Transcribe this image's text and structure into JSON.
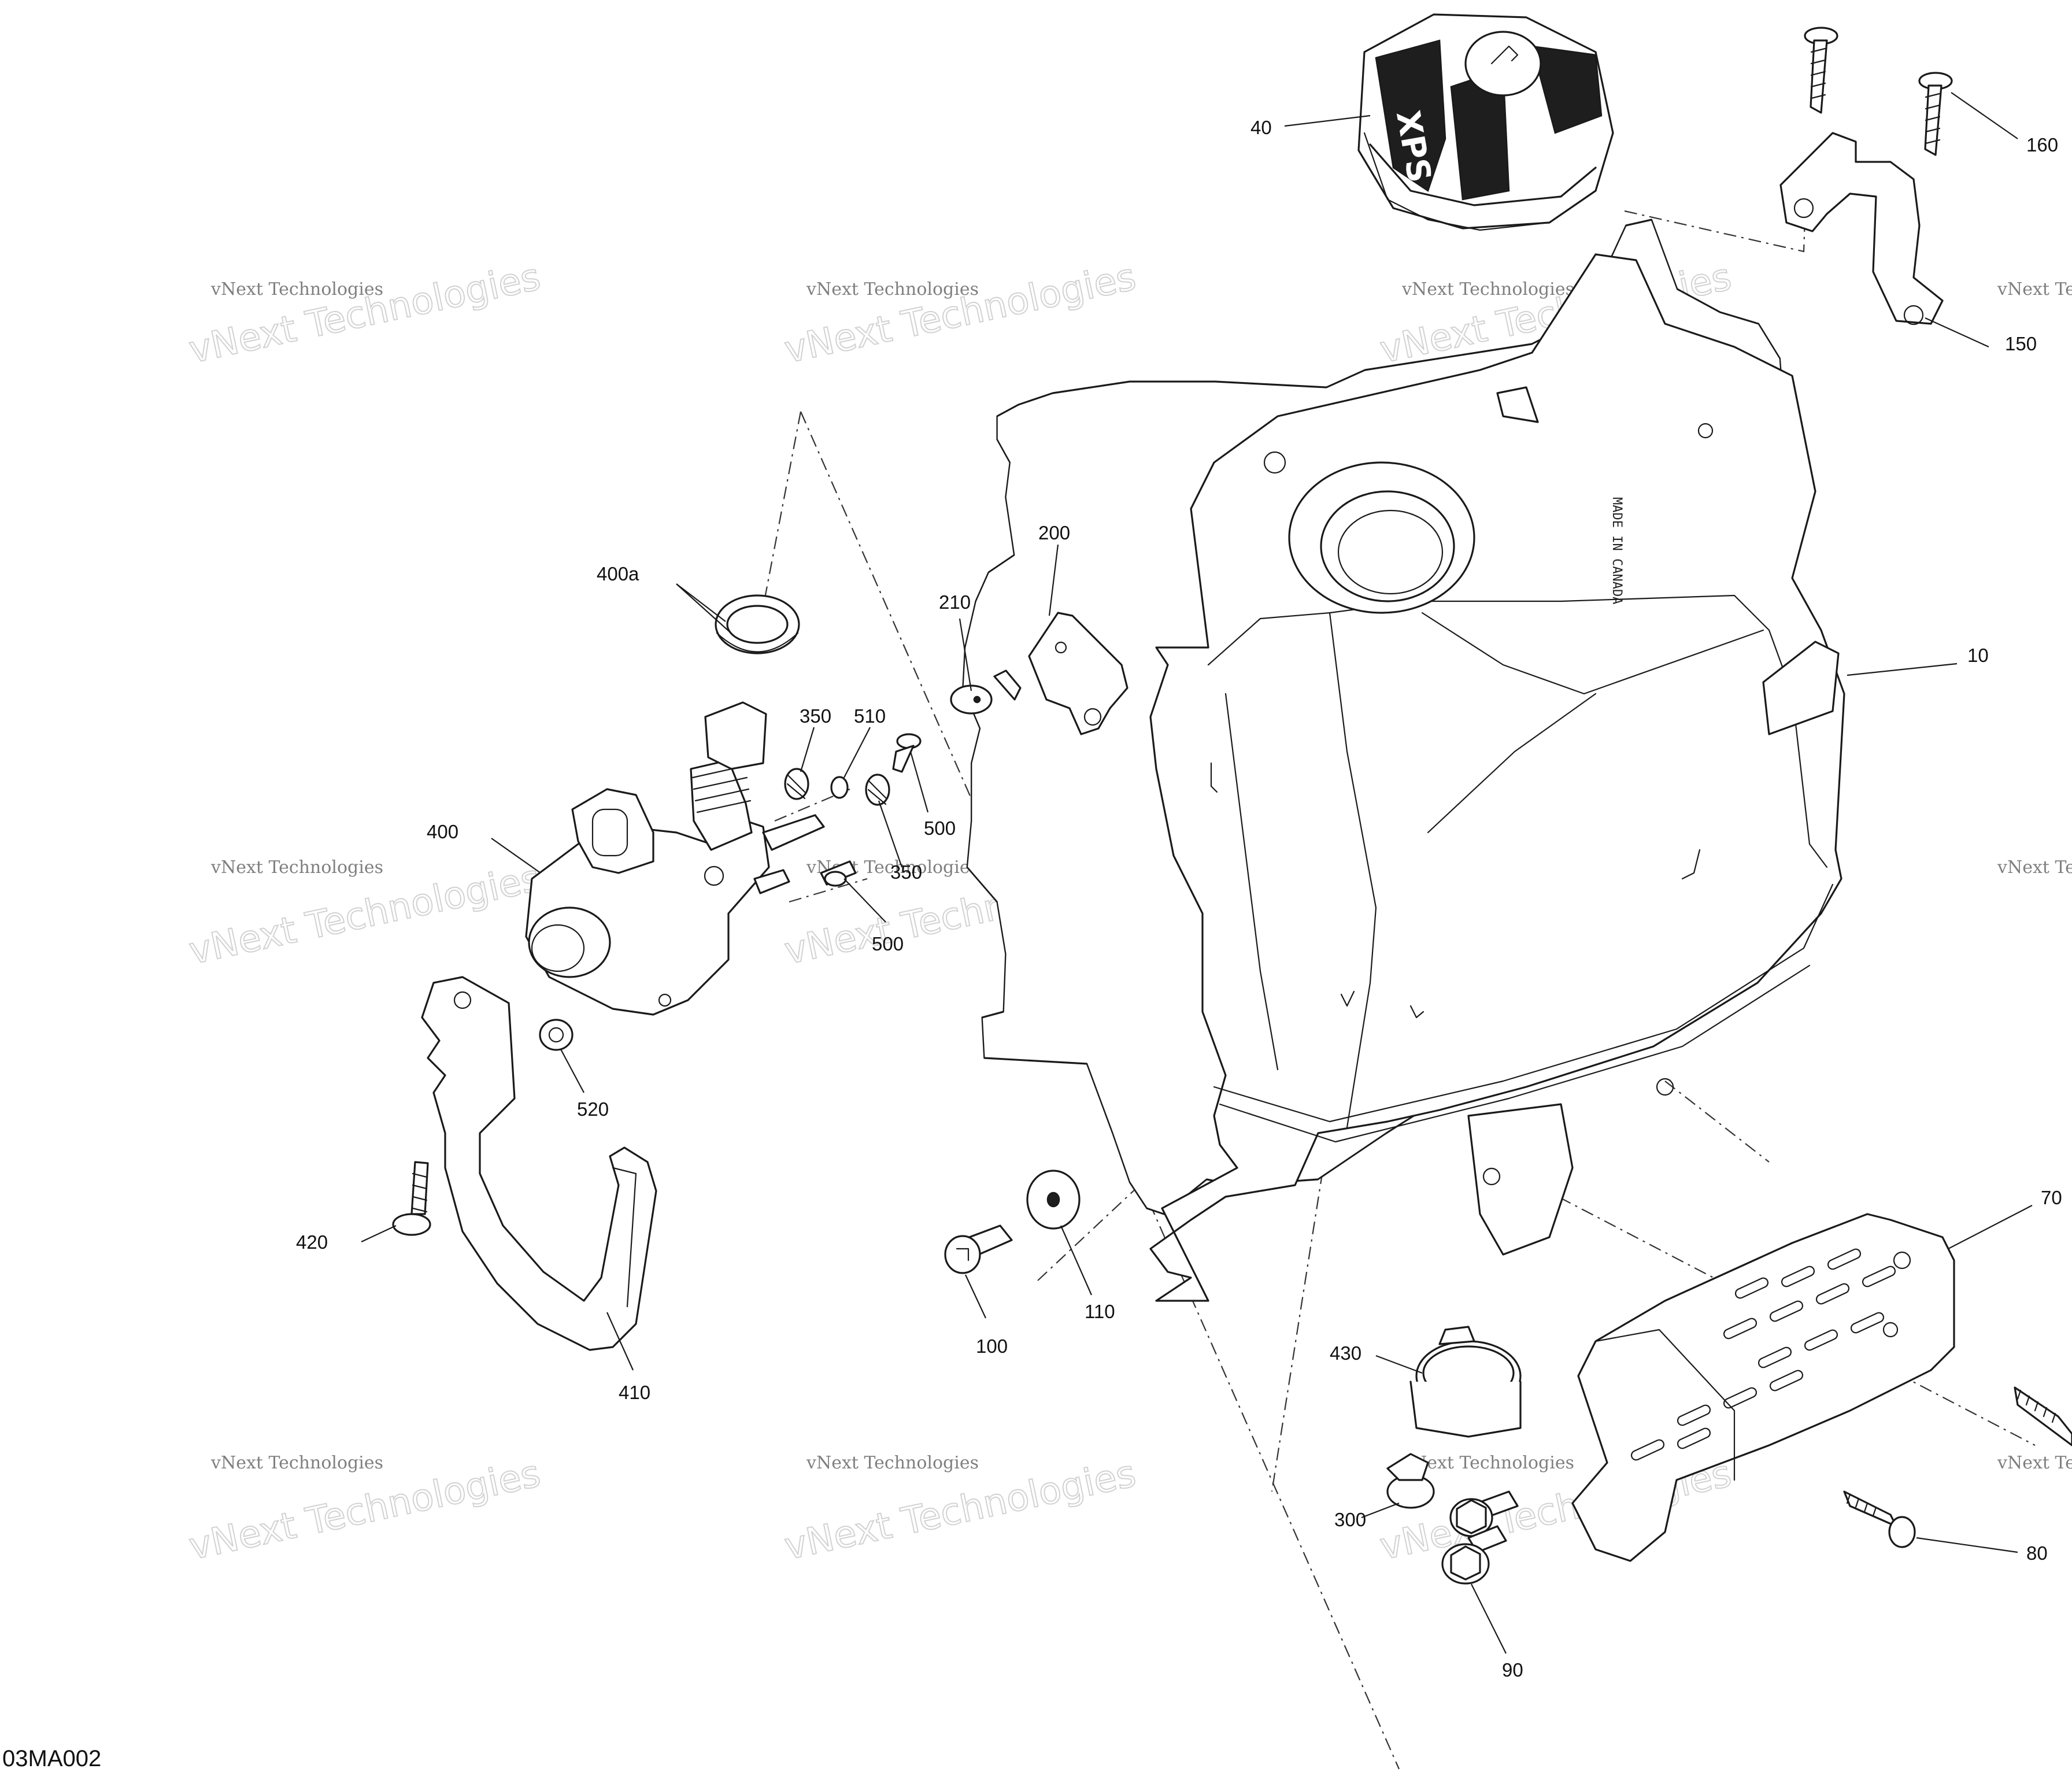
{
  "diagram": {
    "code": "03MA002",
    "watermark": "vNext Technologies",
    "callouts": {
      "c10": "10",
      "c40": "40",
      "c70": "70",
      "c80": "80",
      "c90": "90",
      "c100": "100",
      "c110": "110",
      "c150": "150",
      "c160": "160",
      "c200": "200",
      "c210": "210",
      "c300": "300",
      "c350a": "350",
      "c350b": "350",
      "c400": "400",
      "c400a": "400a",
      "c410": "410",
      "c420": "420",
      "c430": "430",
      "c500a": "500",
      "c500b": "500",
      "c510": "510",
      "c520": "520"
    }
  }
}
